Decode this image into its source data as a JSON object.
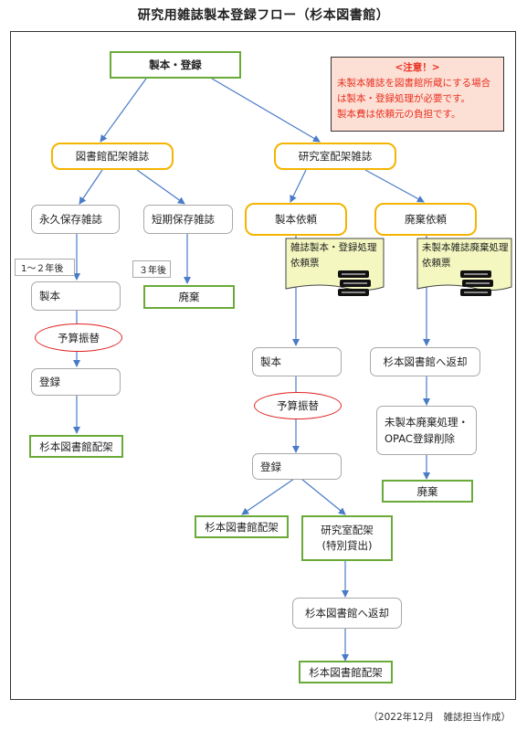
{
  "title": "研究用雑誌製本登録フロー（杉本図書館）",
  "note": {
    "title": "<注意！>",
    "lines": [
      "未製本雑誌を図書館所蔵にする場合",
      "は製本・登録処理が必要です。",
      "製本費は依頼元の負担です。"
    ]
  },
  "nodes": {
    "start": "製本・登録",
    "library_shelf": "図書館配架雑誌",
    "lab_shelf": "研究室配架雑誌",
    "permanent": "永久保存雑誌",
    "short_term": "短期保存雑誌",
    "after_1_2": "1～２年後",
    "after_3": "３年後",
    "bind_left": "製本",
    "budget_left": "予算振替",
    "register_left": "登録",
    "sugimoto_left": "杉本図書館配架",
    "discard_left": "廃棄",
    "bind_request": "製本依頼",
    "discard_request": "廃棄依頼",
    "slip_bind": [
      "雑誌製本・登録処理",
      "依頼票"
    ],
    "slip_discard": [
      "未製本雑誌廃棄処理",
      "依頼票"
    ],
    "bind_mid": "製本",
    "budget_mid": "予算振替",
    "register_mid": "登録",
    "sugimoto_mid": "杉本図書館配架",
    "lab_special": [
      "研究室配架",
      "(特別貸出)"
    ],
    "return_mid": "杉本図書館へ返却",
    "sugimoto_bottom": "杉本図書館配架",
    "return_right": "杉本図書館へ返却",
    "discard_process": [
      "未製本廃棄処理・",
      "OPAC登録削除"
    ],
    "discard_right": "廃棄"
  },
  "footer": "（2022年12月　雑誌担当作成）",
  "colors": {
    "arrow": "#4a7bc8",
    "green": "#6aaa38",
    "orange": "#f5b400",
    "red": "#e02020",
    "note_bg": "#fcdfd5"
  }
}
